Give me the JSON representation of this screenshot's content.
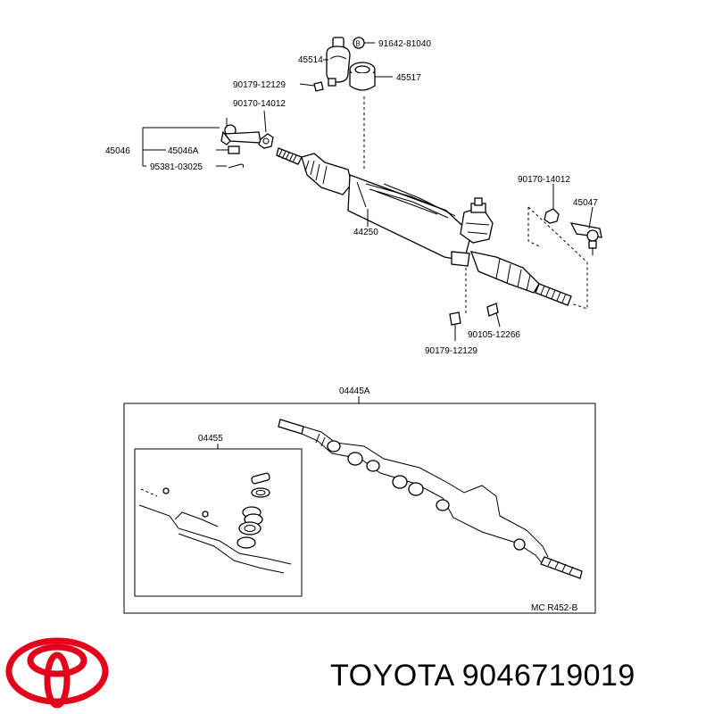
{
  "callouts": {
    "p91642": "91642-81040",
    "p45514": "45514",
    "p45517": "45517",
    "p90179a": "90179-12129",
    "p90170a": "90170-14012",
    "p45046": "45046",
    "p45046A": "45046A",
    "p95381": "95381-03025",
    "p44250": "44250",
    "p90170b": "90170-14012",
    "p45047": "45047",
    "p90105": "90105-12266",
    "p90179b": "90179-12129",
    "p04445A": "04445A",
    "p04455": "04455",
    "ref": "MC  R452-B",
    "bolt_marker": "B"
  },
  "footer": {
    "brand": "TOYOTA",
    "part_number": "9046719019"
  },
  "colors": {
    "logo": "#e2001a",
    "ink": "#000000"
  },
  "icons": {
    "logo": "toyota-logo-icon"
  }
}
